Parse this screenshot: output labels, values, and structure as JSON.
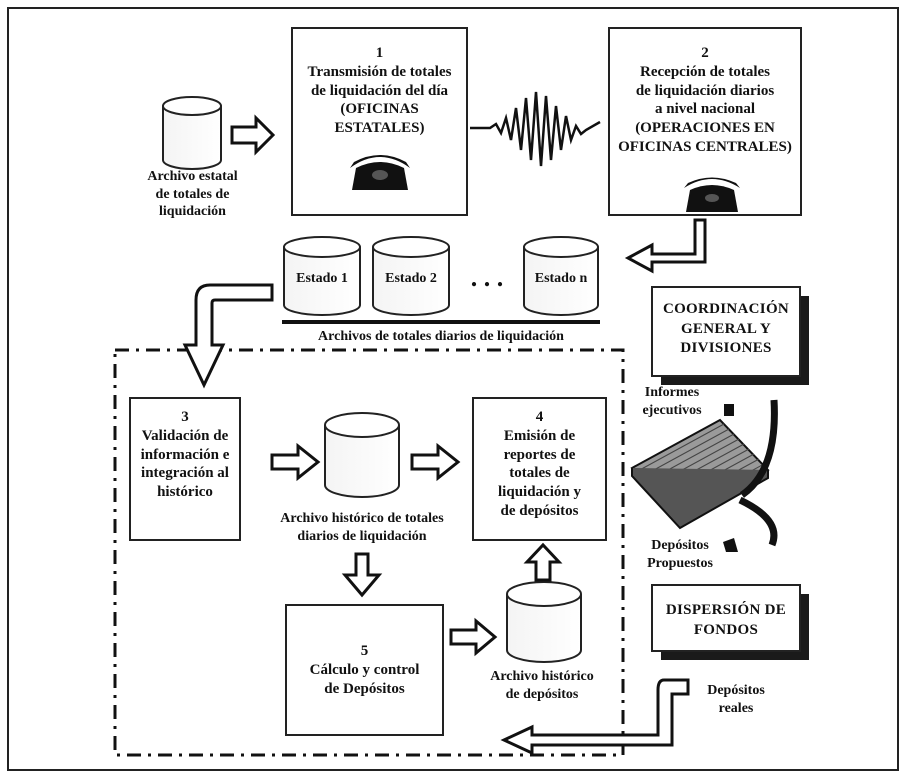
{
  "process_1": {
    "number": "1",
    "lines": [
      "Transmisión de totales",
      "de liquidación del día",
      "(OFICINAS",
      "ESTATALES)"
    ]
  },
  "process_2": {
    "number": "2",
    "lines": [
      "Recepción de totales",
      "de liquidación diarios",
      "a nivel nacional",
      "(OPERACIONES EN",
      "OFICINAS CENTRALES)"
    ]
  },
  "process_3": {
    "number": "3",
    "lines": [
      "Validación de",
      "información e",
      "integración al",
      "histórico"
    ]
  },
  "process_4": {
    "number": "4",
    "lines": [
      "Emisión de",
      "reportes de",
      "totales de",
      "liquidación y",
      "de depósitos"
    ]
  },
  "process_5": {
    "number": "5",
    "lines": [
      "Cálculo y control",
      "de Depósitos"
    ]
  },
  "state_archive": {
    "lines": [
      "Archivo estatal",
      "de totales de",
      "liquidación"
    ]
  },
  "states": {
    "items": [
      "Estado 1",
      "Estado 2",
      "Estado n"
    ],
    "dots": ". . .",
    "caption": "Archivos de totales diarios de liquidación"
  },
  "historic_totals": {
    "lines": [
      "Archivo histórico de totales",
      "diarios de liquidación"
    ]
  },
  "historic_deposits": {
    "lines": [
      "Archivo histórico",
      "de depósitos"
    ]
  },
  "coordination": {
    "lines": [
      "COORDINACIÓN",
      "GENERAL Y",
      "DIVISIONES"
    ]
  },
  "dispersion": {
    "lines": [
      "DISPERSIÓN DE",
      "FONDOS"
    ]
  },
  "reports_label": {
    "lines": [
      "Informes",
      "ejecutivos"
    ]
  },
  "proposed_label": {
    "lines": [
      "Depósitos",
      "Propuestos"
    ]
  },
  "real_label": {
    "lines": [
      "Depósitos",
      "reales"
    ]
  }
}
